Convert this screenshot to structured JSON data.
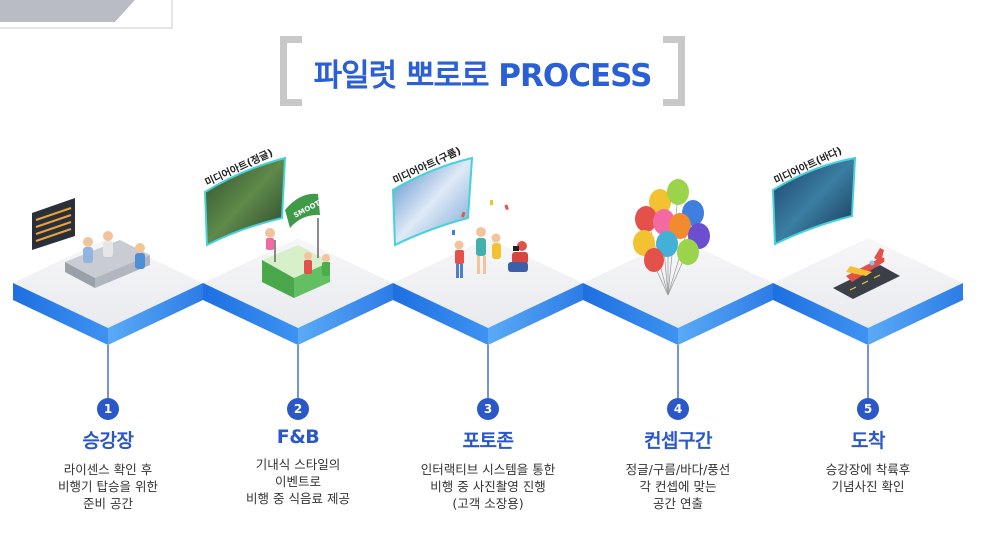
{
  "title": "파일럿 뽀로로 PROCESS",
  "media_labels": [
    "미디어아트(정글)",
    "미디어아트(구름)",
    "미디어아트(바다)"
  ],
  "smoothie_sign": "SMOOTHIE",
  "steps": [
    {
      "number": "1",
      "title": "승강장",
      "desc": [
        "라이센스 확인 후",
        "비행기 탑승을 위한",
        "준비 공간"
      ]
    },
    {
      "number": "2",
      "title": "F&B",
      "desc": [
        "기내식 스타일의",
        "이벤트로",
        "비행 중 식음료 제공"
      ]
    },
    {
      "number": "3",
      "title": "포토존",
      "desc": [
        "인터랙티브 시스템을 통한",
        "비행 중 사진촬영 진행",
        "(고객 소장용)"
      ]
    },
    {
      "number": "4",
      "title": "컨셉구간",
      "desc": [
        "정글/구름/바다/풍선",
        "각 컨셉에 맞는",
        "공간 연출"
      ]
    },
    {
      "number": "5",
      "title": "도착",
      "desc": [
        "승강장에 착륙후",
        "기념사진 확인"
      ]
    }
  ],
  "colors": {
    "accent": "#2b57c9",
    "title": "#2a5fd6",
    "bracket": "#c8c8c8",
    "platform_blue": "#2f7fe8"
  }
}
